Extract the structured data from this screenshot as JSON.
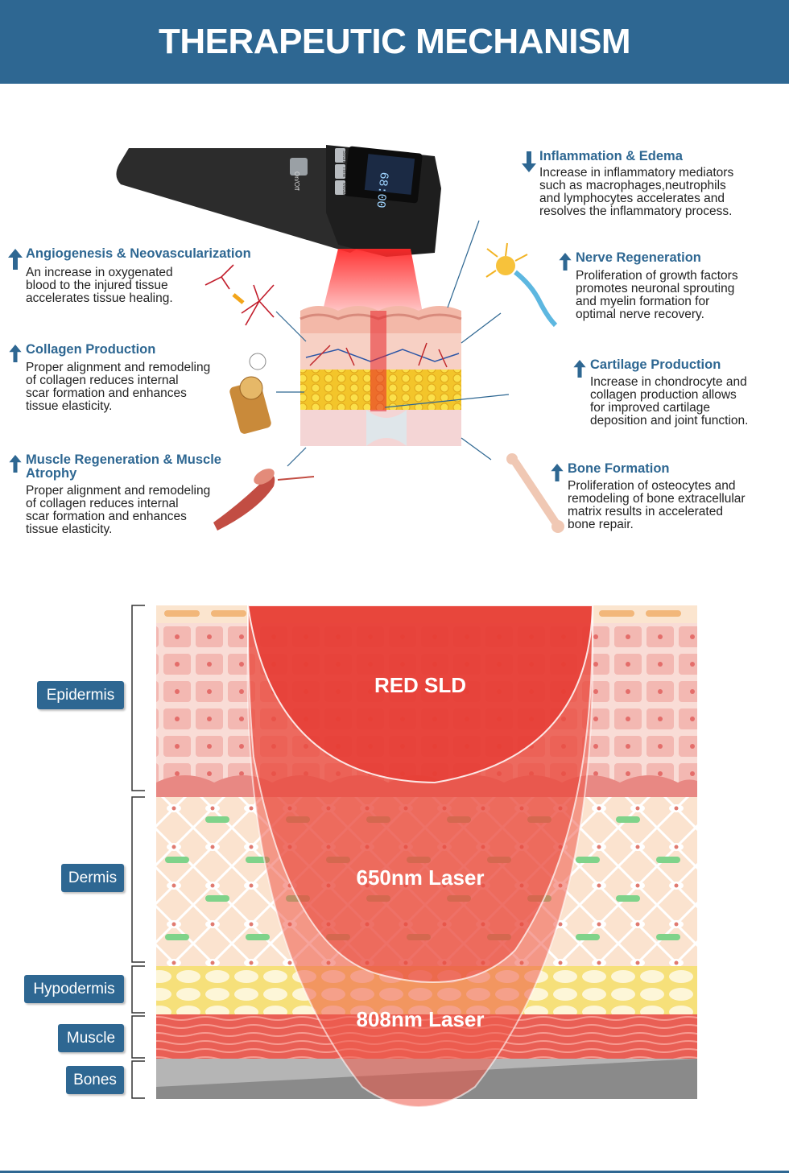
{
  "header": {
    "title": "THERAPEUTIC MECHANISM"
  },
  "colors": {
    "brand": "#2e6792",
    "beam": "#e8473d",
    "text": "#222222"
  },
  "device": {
    "buttons": [
      "On/Off",
      "Sound",
      "Time",
      "Mode"
    ],
    "screen_value": "68:00"
  },
  "benefits": {
    "angiogenesis": {
      "direction": "up",
      "title": "Angiogenesis & Neovascularization",
      "lines": [
        "An increase in oxygenated",
        "blood to the injured tissue",
        "accelerates tissue healing."
      ]
    },
    "collagen": {
      "direction": "up",
      "title": "Collagen Production",
      "lines": [
        "Proper alignment and remodeling",
        "of collagen reduces internal",
        "scar formation and enhances",
        "tissue elasticity."
      ]
    },
    "muscle": {
      "direction": "up",
      "title_lines": [
        "Muscle Regeneration & Muscle",
        "Atrophy"
      ],
      "lines": [
        "Proper alignment and remodeling",
        "of collagen reduces internal",
        "scar formation and enhances",
        "tissue elasticity."
      ]
    },
    "inflammation": {
      "direction": "down",
      "title": "Inflammation & Edema",
      "lines": [
        "Increase in inflammatory mediators",
        "such as macrophages,neutrophils",
        "and lymphocytes accelerates and",
        "resolves the inflammatory process."
      ]
    },
    "nerve": {
      "direction": "up",
      "title": "Nerve Regeneration",
      "lines": [
        "Proliferation of growth factors",
        "promotes neuronal sprouting",
        "and myelin formation for",
        "optimal nerve recovery."
      ]
    },
    "cartilage": {
      "direction": "up",
      "title": "Cartilage Production",
      "lines": [
        "Increase in chondrocyte and",
        "collagen production allows",
        "for improved cartilage",
        "deposition and joint function."
      ]
    },
    "bone": {
      "direction": "up",
      "title": "Bone Formation",
      "lines": [
        "Proliferation of osteocytes and",
        "remodeling of bone extracellular",
        "matrix results in accelerated",
        "bone repair."
      ]
    }
  },
  "layers": {
    "epidermis": "Epidermis",
    "dermis": "Dermis",
    "hypodermis": "Hypodermis",
    "muscle": "Muscle",
    "bones": "Bones"
  },
  "beams": {
    "red_sld": "RED SLD",
    "laser_650": "650nm Laser",
    "laser_808": "808nm Laser"
  }
}
